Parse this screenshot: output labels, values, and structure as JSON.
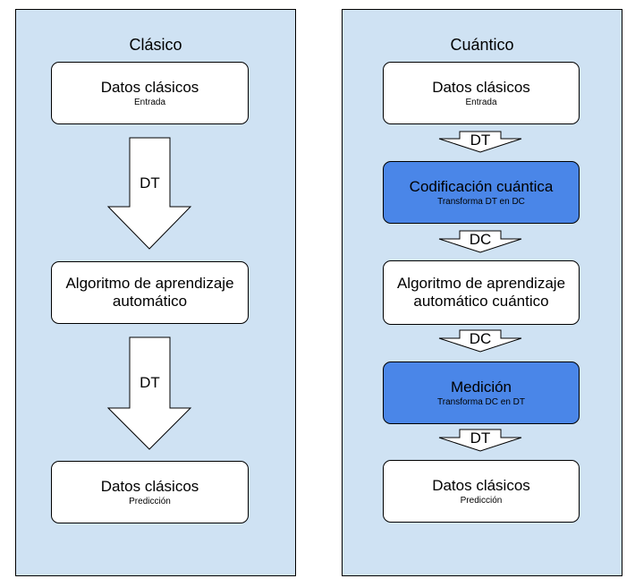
{
  "classic": {
    "title": "Clásico",
    "nodes": [
      {
        "title": "Datos clásicos",
        "subtitle": "Entrada"
      },
      {
        "title": "Algoritmo de aprendizaje automático",
        "subtitle": ""
      },
      {
        "title": "Datos clásicos",
        "subtitle": "Predicción"
      }
    ],
    "arrows": [
      "DT",
      "DT"
    ]
  },
  "quantum": {
    "title": "Cuántico",
    "nodes": [
      {
        "title": "Datos clásicos",
        "subtitle": "Entrada"
      },
      {
        "title": "Codificación cuántica",
        "subtitle": "Transforma DT en DC"
      },
      {
        "title": "Algoritmo de aprendizaje automático cuántico",
        "subtitle": ""
      },
      {
        "title": "Medición",
        "subtitle": "Transforma DC en DT"
      },
      {
        "title": "Datos clásicos",
        "subtitle": "Predicción"
      }
    ],
    "arrows": [
      "DT",
      "DC",
      "DC",
      "DT"
    ]
  },
  "colors": {
    "panel_background": "#cfe2f3",
    "quantum_step_fill": "#4a86e8",
    "box_fill": "#ffffff",
    "stroke": "#000000"
  }
}
